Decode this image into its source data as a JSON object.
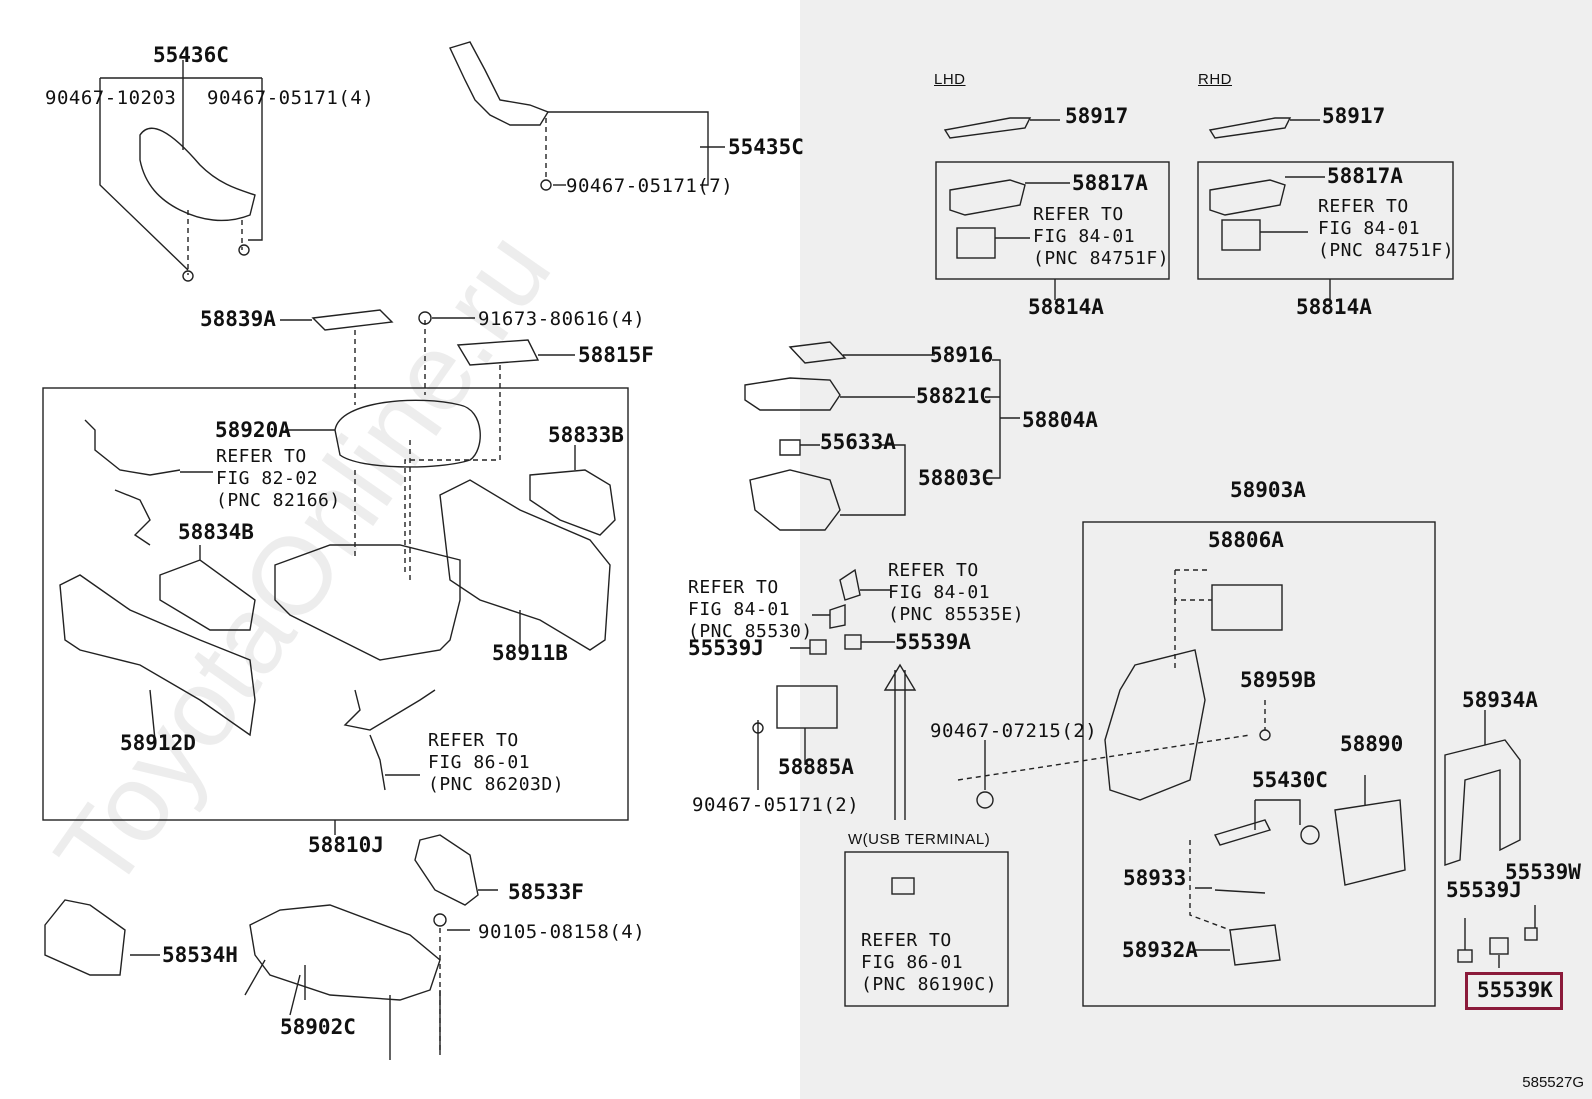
{
  "watermark": "ToyotaOnline.ru",
  "figure_id": "585527G",
  "highlight_part": "55539K",
  "parts": {
    "p55436C": "55436C",
    "p90467_10203": "90467-10203",
    "p90467_05171_4": "90467-05171(4)",
    "p55435C": "55435C",
    "p90467_05171_7": "90467-05171(7)",
    "p58839A": "58839A",
    "p91673_80616": "91673-80616(4)",
    "p58815F": "58815F",
    "p58920A": "58920A",
    "p58833B": "58833B",
    "p58834B": "58834B",
    "p58911B": "58911B",
    "p58912D": "58912D",
    "p58810J": "58810J",
    "p58533F": "58533F",
    "p90105_08158": "90105-08158(4)",
    "p58534H": "58534H",
    "p58902C": "58902C",
    "lhd": "LHD",
    "rhd": "RHD",
    "p58917_l": "58917",
    "p58917_r": "58917",
    "p58817A_l": "58817A",
    "p58817A_r": "58817A",
    "p58814A_l": "58814A",
    "p58814A_r": "58814A",
    "p58916": "58916",
    "p58821C": "58821C",
    "p58804A": "58804A",
    "p55633A": "55633A",
    "p58803C": "58803C",
    "p58903A": "58903A",
    "p58806A": "58806A",
    "p55539J_l": "55539J",
    "p55539A": "55539A",
    "p58885A": "58885A",
    "p90467_05171_2": "90467-05171(2)",
    "p90467_07215": "90467-07215(2)",
    "p58959B": "58959B",
    "p58890": "58890",
    "p55430C": "55430C",
    "p58933": "58933",
    "p58932A": "58932A",
    "p58934A": "58934A",
    "p55539W": "55539W",
    "p55539J_r": "55539J",
    "p55539K": "55539K",
    "usb_terminal": "W(USB TERMINAL)"
  },
  "notes": {
    "n82166": "REFER TO\nFIG 82-02\n(PNC 82166)",
    "n86203D": "REFER TO\nFIG 86-01\n(PNC 86203D)",
    "n84751F_l": "REFER TO\nFIG 84-01\n(PNC 84751F)",
    "n84751F_r": "REFER TO\nFIG 84-01\n(PNC 84751F)",
    "n85535E": "REFER TO\nFIG 84-01\n(PNC 85535E)",
    "n85530": "REFER TO\nFIG 84-01\n(PNC 85530)",
    "n86190C": "REFER TO\nFIG 86-01\n(PNC 86190C)"
  }
}
